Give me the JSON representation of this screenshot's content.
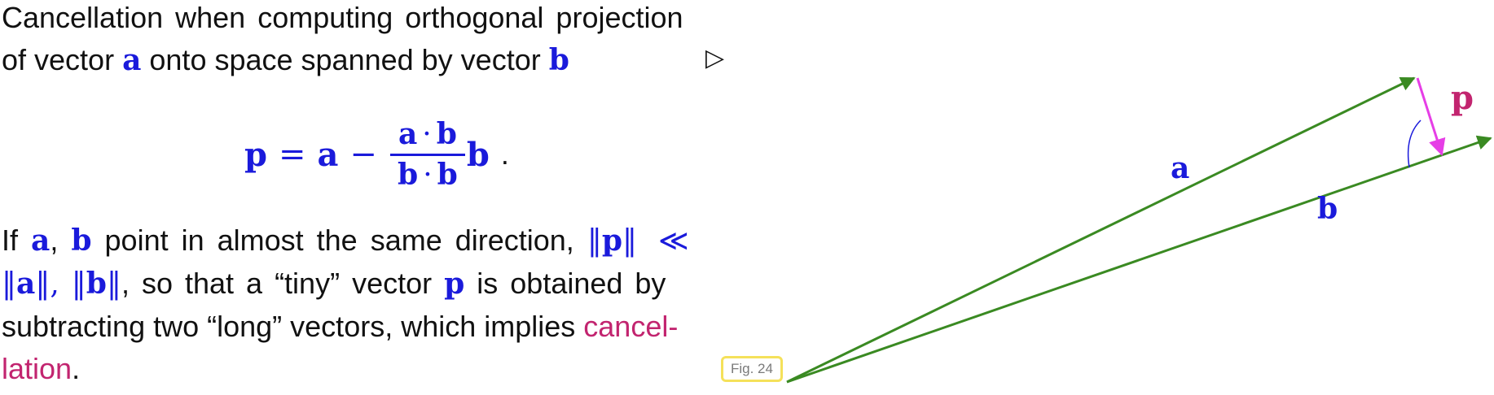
{
  "intro": {
    "line1": "Cancellation when computing orthogonal projection",
    "line2_pre": "of vector ",
    "line2_a": "a",
    "line2_mid": " onto space spanned by vector ",
    "line2_b": "b",
    "arrow_symbol": "▷"
  },
  "formula": {
    "lhs": "p",
    "equals": "=",
    "a": "a",
    "minus": "−",
    "num_a": "a",
    "num_dot": "·",
    "num_b": "b",
    "den_b1": "b",
    "den_dot": "·",
    "den_b2": "b",
    "trail_b": "b",
    "period": "."
  },
  "paragraph": {
    "l1_if": "If ",
    "l1_a": "a",
    "l1_comma": ", ",
    "l1_b": "b",
    "l1_rest": " point in almost the same direction, ",
    "l1_norm_p": "p",
    "l1_ll": "≪",
    "l2_norm_a": "a",
    "l2_norm_b": "b",
    "l2_rest1": ", so that a “tiny” vector ",
    "l2_p": "p",
    "l2_rest2": " is obtained by",
    "l3": "subtracting two “long” vectors, which implies ",
    "l3_cancel": "cancel-",
    "l4_lation": "lation",
    "l4_period": "."
  },
  "figure": {
    "label": "Fig. 24",
    "vector_a_label": "a",
    "vector_b_label": "b",
    "vector_p_label": "p"
  },
  "colors": {
    "vector_blue": "#1a1adb",
    "arrow_green": "#3a8a22",
    "projection_magenta": "#e63ee6",
    "label_magenta": "#c2246f",
    "fig_border": "#f5e15a"
  }
}
